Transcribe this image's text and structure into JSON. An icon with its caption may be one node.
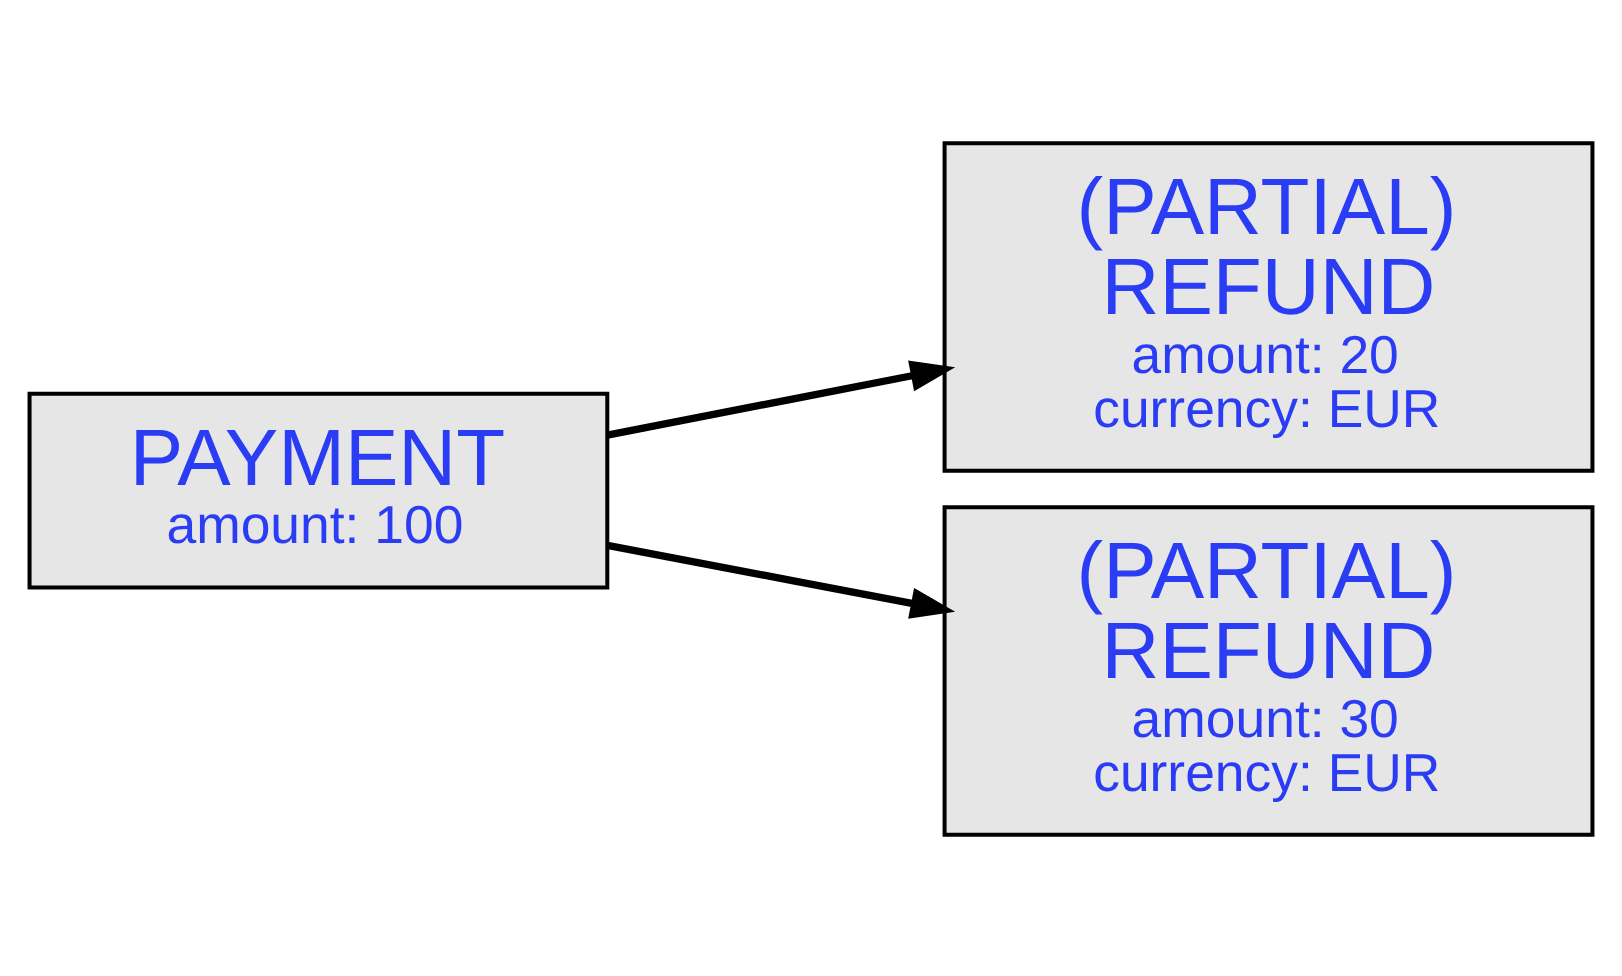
{
  "diagram": {
    "nodes": [
      {
        "text": [
          "PAYMENT",
          "amount: 100"
        ]
      },
      {
        "text": [
          "(PARTIAL) REFUND",
          "amount: 20",
          "currency: EUR"
        ]
      },
      {
        "text": [
          "(PARTIAL) REFUND",
          "amount: 30",
          "currency: EUR"
        ]
      }
    ],
    "edges": [
      {
        "from": 0,
        "to": 1,
        "arrow": "to"
      },
      {
        "from": 0,
        "to": 2,
        "arrow": "to"
      }
    ]
  }
}
